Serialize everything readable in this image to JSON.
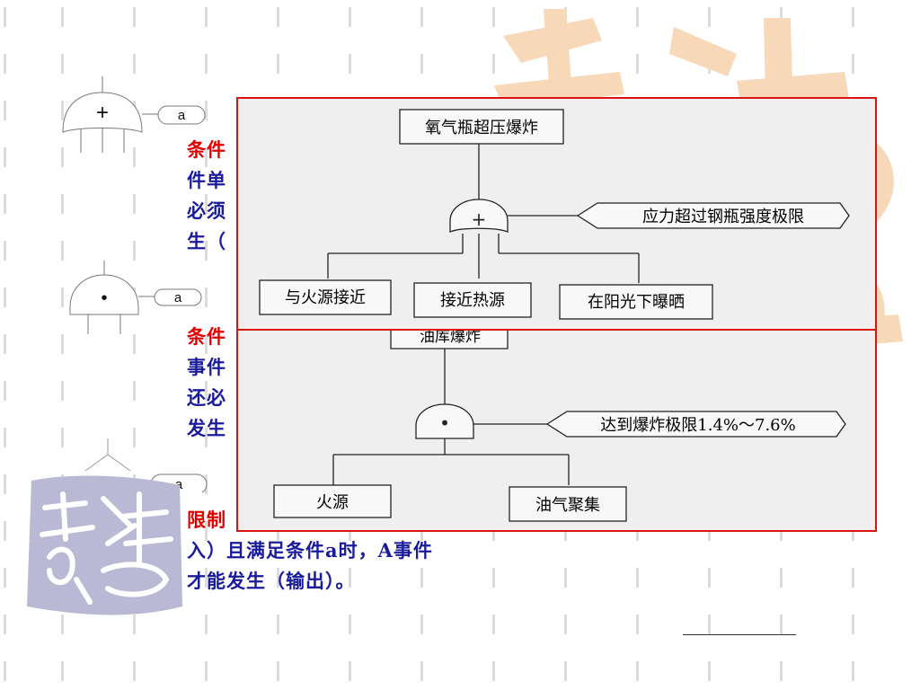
{
  "gates": {
    "or_symbol": "+",
    "and_symbol": "•",
    "condition_label": "a",
    "inhibit_label": "a"
  },
  "left_text": {
    "block1": [
      "条件",
      "件单",
      "必须",
      "生（"
    ],
    "block2": [
      "条件",
      "事件",
      "还必",
      "发生"
    ],
    "block3_start": "限制",
    "block3_lines": [
      "入）且满足条件a时，A事件",
      "才能发生（输出）。"
    ]
  },
  "diagram1": {
    "top_event": "氧气瓶超压爆炸",
    "gate_symbol": "+",
    "condition": "应力超过钢瓶强度极限",
    "inputs": [
      "与火源接近",
      "接近热源",
      "在阳光下曝晒"
    ]
  },
  "diagram2": {
    "top_event_partial": "油库爆炸",
    "gate_symbol": "•",
    "condition": "达到爆炸极限1.4%～7.6%",
    "inputs": [
      "火源",
      "油气聚集"
    ]
  },
  "colors": {
    "frame_border": "#dd1111",
    "heading_red": "#e00000",
    "body_blue": "#1a1a9c",
    "seal_purple": "#b9b9d6",
    "watermark_orange": "#f7d8b8"
  },
  "icons": [
    "or-gate-icon",
    "and-gate-icon",
    "inhibit-gate-icon",
    "seal-logo"
  ]
}
